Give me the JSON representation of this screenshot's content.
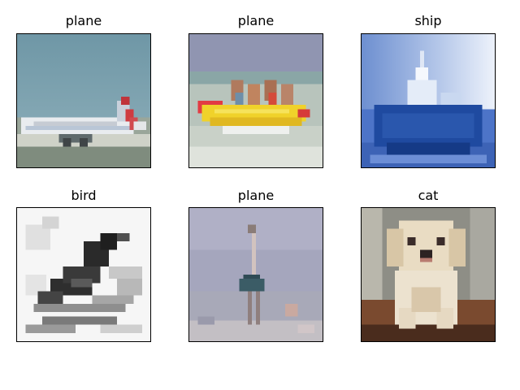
{
  "figure": {
    "panels": [
      {
        "title": "plane",
        "subject": "airliner-on-runway"
      },
      {
        "title": "plane",
        "subject": "banana-boat-on-water"
      },
      {
        "title": "ship",
        "subject": "blue-ship-hull"
      },
      {
        "title": "bird",
        "subject": "dark-bird-on-branch"
      },
      {
        "title": "plane",
        "subject": "ostrich-in-field"
      },
      {
        "title": "cat",
        "subject": "fluffy-white-puppy"
      }
    ]
  }
}
